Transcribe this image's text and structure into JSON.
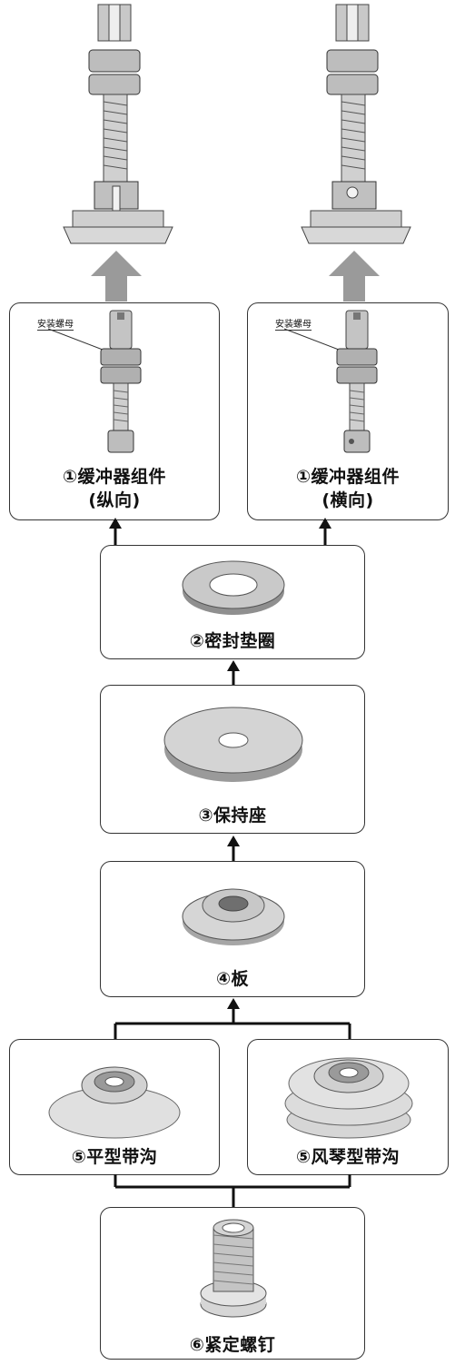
{
  "assembly": {
    "left_title": "",
    "right_title": ""
  },
  "parts": {
    "buffer_vertical": {
      "label_line1": "①缓冲器组件",
      "label_line2": "(纵向)",
      "callout": "安装螺母"
    },
    "buffer_horizontal": {
      "label_line1": "①缓冲器组件",
      "label_line2": "(横向)",
      "callout": "安装螺母"
    },
    "seal_washer": {
      "label": "②密封垫圈"
    },
    "holder": {
      "label": "③保持座"
    },
    "plate": {
      "label": "④板"
    },
    "flat_groove": {
      "label": "⑤平型带沟"
    },
    "bellows_groove": {
      "label": "⑤风琴型带沟"
    },
    "set_screw": {
      "label": "⑥紧定螺钉"
    }
  },
  "colors": {
    "arrow_gray": "#9a9a9a",
    "arrow_black": "#111111",
    "metal": "#b8b8b8",
    "rubber": "#d6d6d6"
  }
}
